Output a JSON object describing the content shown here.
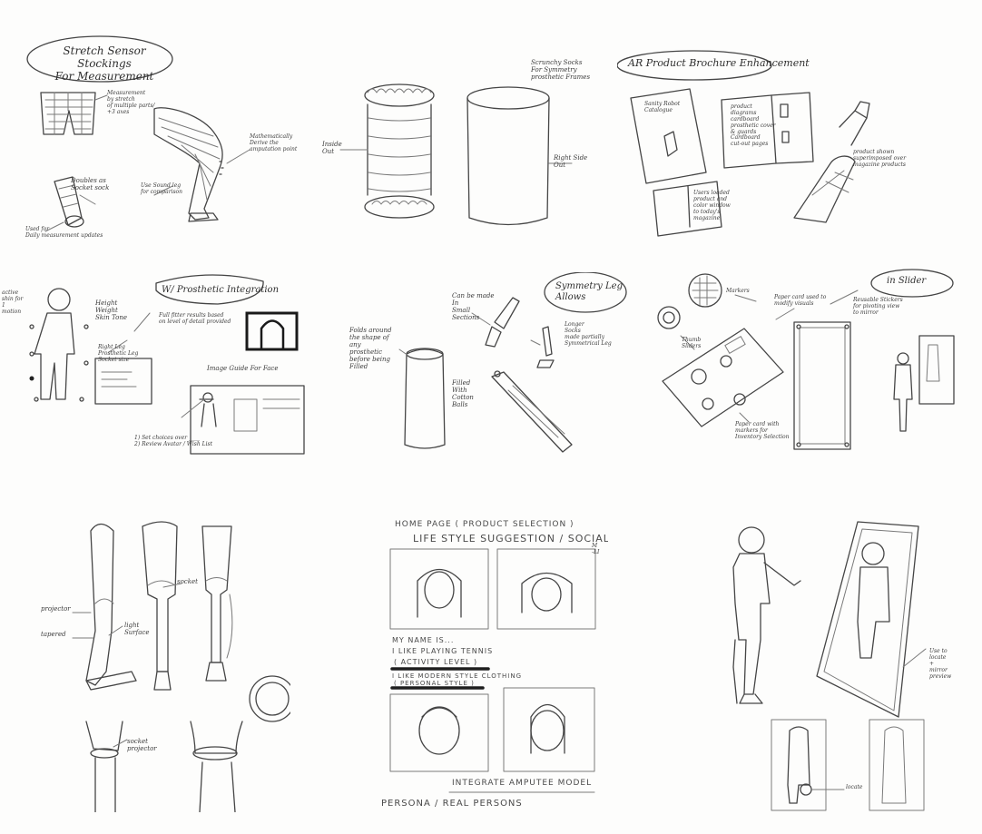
{
  "sketches": {
    "stretch_sensor": {
      "title": "Stretch Sensor Stockings\nFor Measurement",
      "measurement_note": "Measurement\nby stretch\nof multiple parts/\n+3 axes",
      "double_sock": "Doubles as\nSocket sock",
      "used_for": "Used for\nDaily measurement updates",
      "sound_leg": "Use Sound leg\nfor comparison",
      "mathematically": "Mathematically\nDerive the\namputation point"
    },
    "scrunchy_socks": {
      "title": "Scrunchy Socks\nFor Symmetry\nprosthetic Frames",
      "inside_out": "Inside\nOut",
      "right_side_out": "Right Side\nOut"
    },
    "ar_product": {
      "title": "AR Product Brochure Enhancement",
      "catalogue": "Sanity Robot\nCatalogue",
      "brochure_note": "product\ndiagrams\ncardboard\nprosthetic cover\n& guards\nCardboard\ncut-out pages",
      "worn_note": "Users loaded\nproduct and\ncolor window\nto today's\nmagazine",
      "product_shown": "product shown\nsuperimposed over\nmagazine products"
    },
    "prosthetic_integration": {
      "title": "W/ Prosthetic Integration",
      "edge_note": "active\nshin for\n1\nmotion",
      "height": "Height\nWeight\nSkin Tone",
      "full_fitter": "Full fitter results based\non level of detail provided",
      "right_leg": "Right Leg\nProsthetic Leg\nSocket size",
      "image_guide": "Image Guide For Face",
      "steps": "1) Set choices over ____\n2) Review Avatar / Wish List"
    },
    "symmetry_leg": {
      "title": "Symmetry Leg\nAllows",
      "can_be_made": "Can be made\nIn\nSmall\nSections",
      "folds": "Folds around\nthe shape of\nany\nprosthetic\nbefore being\nFilled",
      "filled": "Filled\nWith\nCotton\nBalls",
      "longer": "Longer\nSocks\nmade partially\nSymmetrical Leg"
    },
    "slider": {
      "title": "in Slider",
      "markers": "Markers",
      "paper_card": "Paper card used to\nmodify visuals",
      "reusable": "Reusable Stickers\nfor pivoting view\nto mirror",
      "thumb": "Thumb\nSliders",
      "paper_markers": "Paper card with\nmarkers for\nInventory Selection"
    },
    "leg_views": {
      "projector": "projector",
      "tapered": "tapered",
      "socket": "socket",
      "light": "light\nSurface",
      "socket_bottom": "socket\nprojector"
    },
    "home_page": {
      "header": "HOME PAGE ( PRODUCT SELECTION )",
      "lifestyle": "LIFE STYLE SUGGESTION / SOCIAL",
      "side": "M\n-LI",
      "name": "MY NAME IS...",
      "tennis": "I LIKE PLAYING TENNIS",
      "active": "( ACTIVITY LEVEL )",
      "clothing": "I LIKE MODERN STYLE CLOTHING",
      "style": "( PERSONAL STYLE )",
      "integrate": "INTEGRATE AMPUTEE MODEL",
      "persona": "PERSONA / REAL PERSONS"
    },
    "mirror": {
      "right_note": "Use to\nlocate\n+\nmirror\npreview",
      "locate": "locate"
    }
  }
}
